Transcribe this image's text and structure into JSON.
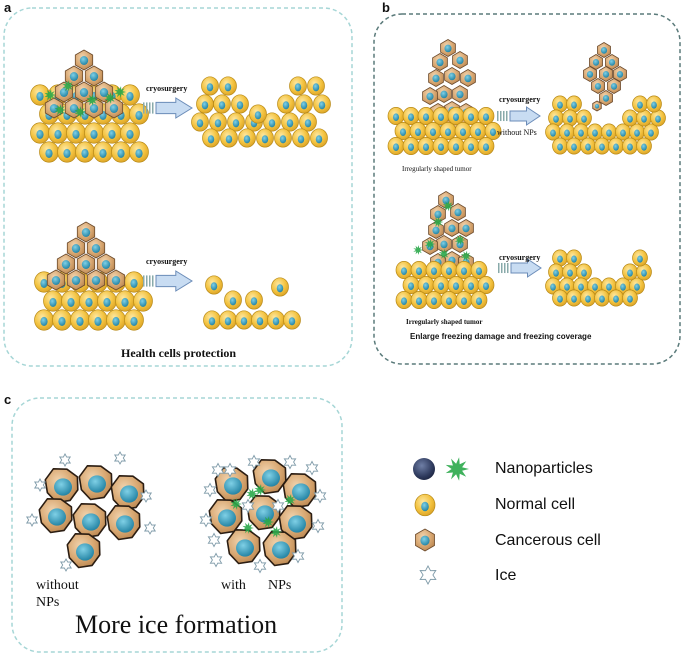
{
  "panel_a": {
    "letter": "a",
    "arrow_label_top": "cryosurgery",
    "arrow_label_bottom": "cryosurgery",
    "caption": "Health cells protection"
  },
  "panel_b": {
    "letter": "b",
    "arrow_label_top": "cryosurgery",
    "arrow_sublabel_top": "without  NPs",
    "tumor_label_top": "Irregularly shaped tumor",
    "arrow_label_bottom": "cryosurgery",
    "tumor_label_bottom": "Irregularly shaped tumor",
    "caption": "Enlarge freezing damage and freezing coverage"
  },
  "panel_c": {
    "letter": "c",
    "label_without_line1": "without",
    "label_without_line2": "NPs",
    "label_with": "with",
    "label_with_nps": "NPs",
    "caption": "More ice formation"
  },
  "legend": {
    "items": [
      {
        "label": "Nanoparticles",
        "icon": "nanoparticle-icon"
      },
      {
        "label": "Normal cell",
        "icon": "normal-cell-icon"
      },
      {
        "label": "Cancerous cell",
        "icon": "cancerous-cell-icon"
      },
      {
        "label": "Ice",
        "icon": "ice-star-icon"
      }
    ]
  },
  "colors": {
    "normal_cell_fill": "#f3c23e",
    "normal_cell_edge": "#b88a18",
    "cancer_cell_fill": "#d8a771",
    "cancer_cell_edge": "#6b4a2c",
    "nucleus": "#1e88a8",
    "nanoparticle": "#2aa84a",
    "panel_border_a": "#a6d6d6",
    "panel_border_b": "#5a7a7a",
    "panel_border_c": "#a6d6d6"
  }
}
